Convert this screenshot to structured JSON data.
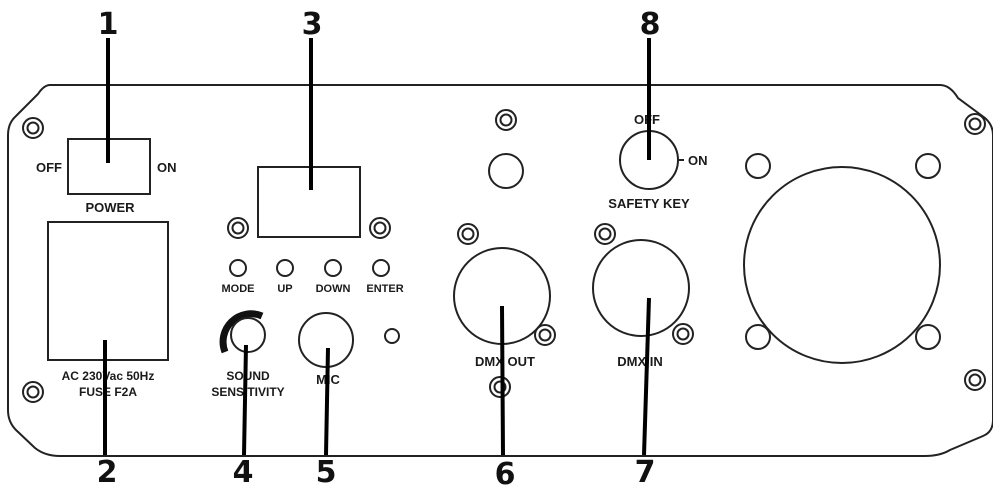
{
  "callouts": [
    "1",
    "2",
    "3",
    "4",
    "5",
    "6",
    "7",
    "8"
  ],
  "labels": {
    "power_off": "OFF",
    "power_on": "ON",
    "power": "POWER",
    "fuse_line1": "AC 230Vac 50Hz",
    "fuse_line2": "FUSE F2A",
    "mode": "MODE",
    "up": "UP",
    "down": "DOWN",
    "enter": "ENTER",
    "sound_line1": "SOUND",
    "sound_line2": "SENSITIVITY",
    "mic": "MIC",
    "dmx_out": "DMX OUT",
    "dmx_in": "DMX IN",
    "key_off": "OFF",
    "key_on": "ON",
    "safety_key": "SAFETY KEY"
  }
}
